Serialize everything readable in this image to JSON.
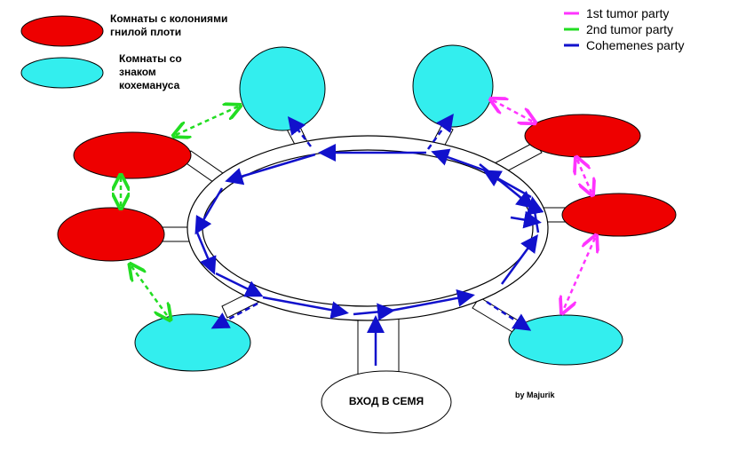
{
  "legend": {
    "red_label": "Комнаты с колониями гнилой плоти",
    "cyan_label": "Комнаты со знаком кохемануса",
    "red_color": "#ee0000",
    "cyan_color": "#33eeee"
  },
  "parties": [
    {
      "name": "1st tumor party",
      "color": "#ff33ff"
    },
    {
      "name": "2nd tumor party",
      "color": "#22dd22"
    },
    {
      "name": "Cohemenes party",
      "color": "#1111cc"
    }
  ],
  "entrance": {
    "label": "ВХОД В СЕМЯ"
  },
  "credit": "by Majurik"
}
